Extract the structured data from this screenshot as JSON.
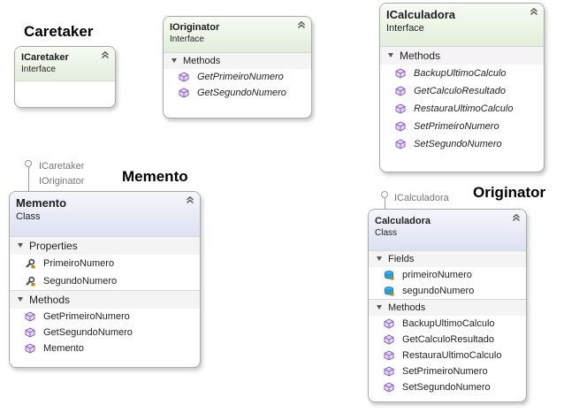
{
  "roles": {
    "caretaker": "Caretaker",
    "memento": "Memento",
    "originator": "Originator"
  },
  "shapes": {
    "icaretaker": {
      "name": "ICaretaker",
      "kind": "Interface"
    },
    "ioriginator": {
      "name": "IOriginator",
      "kind": "Interface",
      "methods_label": "Methods",
      "methods": [
        "GetPrimeiroNumero",
        "GetSegundoNumero"
      ]
    },
    "icalculadora": {
      "name": "ICalculadora",
      "kind": "Interface",
      "methods_label": "Methods",
      "methods": [
        "BackupUltimoCalculo",
        "GetCalculoResultado",
        "RestauraUltimoCalculo",
        "SetPrimeiroNumero",
        "SetSegundoNumero"
      ]
    },
    "memento": {
      "name": "Memento",
      "kind": "Class",
      "implements": [
        "ICaretaker",
        "IOriginator"
      ],
      "properties_label": "Properties",
      "properties": [
        "PrimeiroNumero",
        "SegundoNumero"
      ],
      "methods_label": "Methods",
      "methods": [
        "GetPrimeiroNumero",
        "GetSegundoNumero",
        "Memento"
      ]
    },
    "calculadora": {
      "name": "Calculadora",
      "kind": "Class",
      "implements": [
        "ICalculadora"
      ],
      "fields_label": "Fields",
      "fields": [
        "primeiroNumero",
        "segundoNumero"
      ],
      "methods_label": "Methods",
      "methods": [
        "BackupUltimoCalculo",
        "GetCalculoResultado",
        "RestauraUltimoCalculo",
        "SetPrimeiroNumero",
        "SetSegundoNumero"
      ]
    }
  },
  "icons": {
    "collapse": "double-chevron-up-icon",
    "method": "method-cube-icon",
    "property": "property-wrench-icon",
    "field": "field-cylinder-icon",
    "lollipop": "interface-lollipop-icon"
  },
  "colors": {
    "interface_header": "#e3eedb",
    "class_header": "#dde1f2",
    "method_icon": "#8a5ec4",
    "field_icon": "#2a9ed8"
  }
}
